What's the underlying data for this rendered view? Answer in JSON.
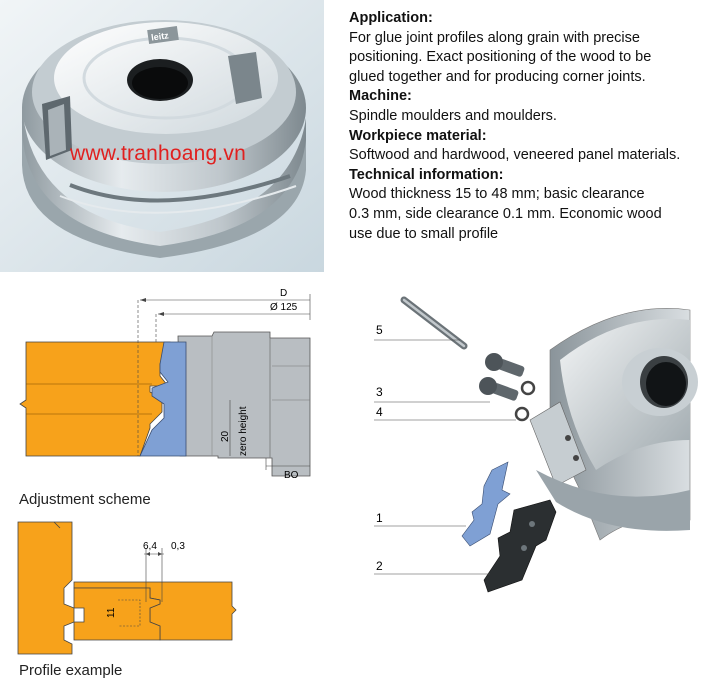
{
  "watermark": "www.tranhoang.vn",
  "logo_text": "leitz",
  "info": {
    "application_heading": "Application:",
    "application_text_1": "For glue joint profiles along grain with precise",
    "application_text_2": "positioning. Exact positioning of the wood to be",
    "application_text_3": "glued together and for producing corner joints.",
    "machine_heading": "Machine:",
    "machine_text": "Spindle moulders and moulders.",
    "workpiece_heading": "Workpiece material:",
    "workpiece_text": "Softwood and hardwood, veneered panel materials.",
    "technical_heading": "Technical information:",
    "technical_text_1": "Wood thickness 15 to 48 mm; basic clearance",
    "technical_text_2": "0.3 mm, side clearance 0.1 mm. Economic wood",
    "technical_text_3": "use due to small profile"
  },
  "adjustment": {
    "caption": "Adjustment scheme",
    "label_d": "D",
    "label_diameter": "Ø 125",
    "label_20": "20",
    "label_zero_height": "zero height",
    "label_bo": "BO"
  },
  "profile": {
    "caption": "Profile example",
    "label_64": "6,4",
    "label_03": "0,3",
    "label_11": "11"
  },
  "exploded": {
    "label_5": "5",
    "label_3": "3",
    "label_4": "4",
    "label_1": "1",
    "label_2": "2"
  },
  "colors": {
    "wood_orange": "#f7a21b",
    "knife_blue": "#7fa0d4",
    "cutter_grey": "#b9bec2",
    "watermark_red": "#e0201f"
  }
}
